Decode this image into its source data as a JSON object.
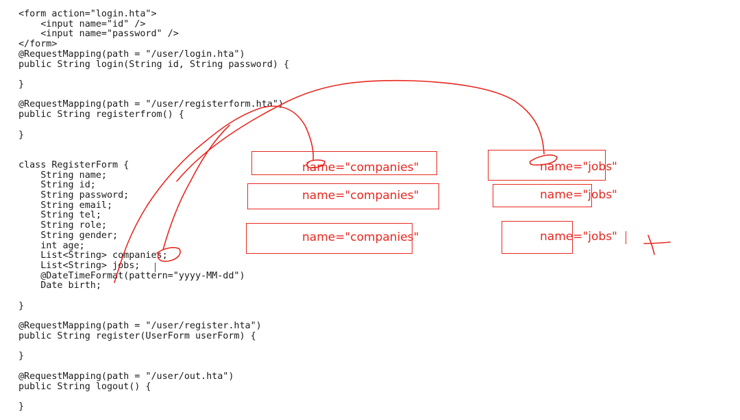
{
  "code": {
    "lines": [
      "<form action=\"login.hta\">",
      "    <input name=\"id\" />",
      "    <input name=\"password\" />",
      "</form>",
      "@RequestMapping(path = \"/user/login.hta\")",
      "public String login(String id, String password) {",
      "",
      "}",
      "",
      "@RequestMapping(path = \"/user/registerform.hta\")",
      "public String registerfrom() {",
      "",
      "}",
      "",
      "",
      "class RegisterForm {",
      "    String name;",
      "    String id;",
      "    String password;",
      "    String email;",
      "    String tel;",
      "    String role;",
      "    String gender;",
      "    int age;",
      "    List<String> companies;",
      "    List<String> jobs;",
      "    @DateTimeFormat(pattern=\"yyyy-MM-dd\")",
      "    Date birth;",
      "",
      "}",
      "",
      "@RequestMapping(path = \"/user/register.hta\")",
      "public String register(UserForm userForm) {",
      "",
      "}",
      "",
      "@RequestMapping(path = \"/user/out.hta\")",
      "public String logout() {",
      "",
      "}"
    ]
  },
  "annotations": {
    "companies_inputs": [
      "name=\"companies\"",
      "name=\"companies\"",
      "name=\"companies\""
    ],
    "jobs_inputs": [
      "name=\"jobs\"",
      "name=\"jobs\"",
      "name=\"jobs\""
    ]
  },
  "colors": {
    "ink": "#e8261e",
    "code_text": "#1a1a1a",
    "background": "#ffffff"
  }
}
